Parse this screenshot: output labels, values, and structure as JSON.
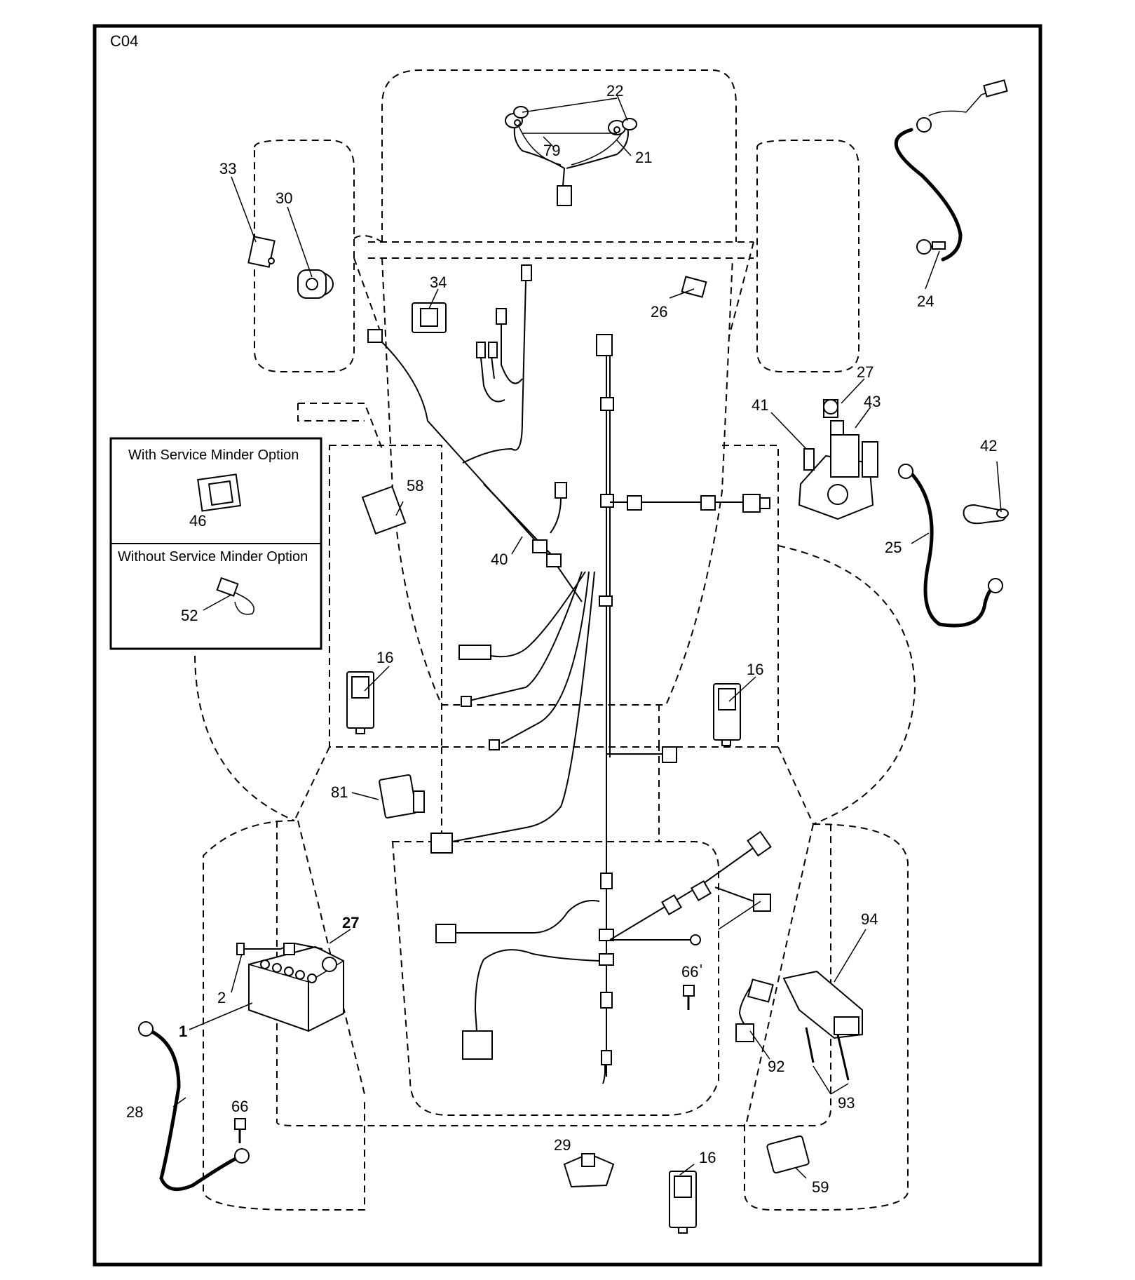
{
  "diagram": {
    "code": "C04",
    "service_box": {
      "with_title": "With Service Minder Option",
      "without_title": "Without Service Minder Option",
      "with_part": "46",
      "without_part": "52"
    },
    "parts": {
      "p1": "1",
      "p2": "2",
      "p16a": "16",
      "p16b": "16",
      "p16c": "16",
      "p21": "21",
      "p22": "22",
      "p24": "24",
      "p25": "25",
      "p26": "26",
      "p27a": "27",
      "p27b": "27",
      "p28": "28",
      "p29": "29",
      "p30": "30",
      "p33": "33",
      "p34": "34",
      "p40": "40",
      "p41": "41",
      "p42": "42",
      "p43": "43",
      "p58": "58",
      "p59": "59",
      "p66a": "66",
      "p66b": "66",
      "p79": "79",
      "p81": "81",
      "p92": "92",
      "p93": "93",
      "p94": "94"
    }
  }
}
